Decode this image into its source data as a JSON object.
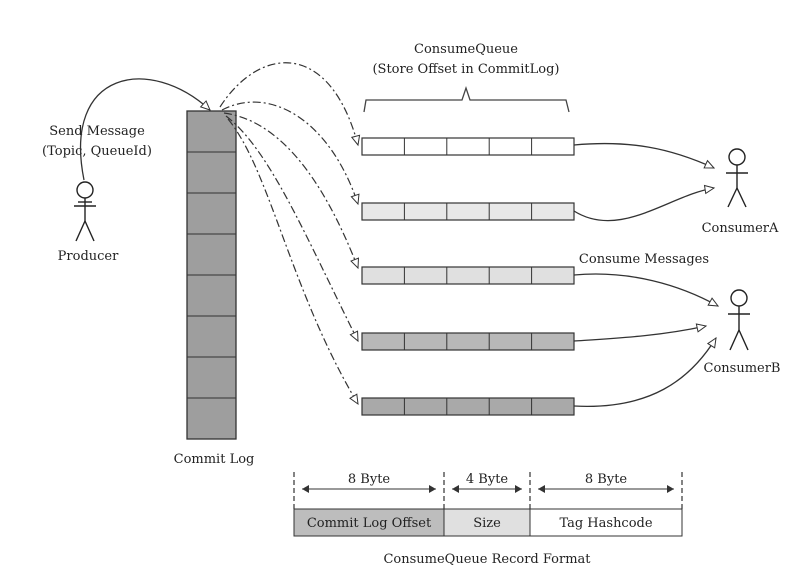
{
  "labels": {
    "send_message_line1": "Send Message",
    "send_message_line2": "(Topic, QueueId)",
    "producer": "Producer",
    "commit_log": "Commit Log",
    "consume_queue_title": "ConsumeQueue",
    "consume_queue_subtitle": "(Store Offset in CommitLog)",
    "consumer_a": "ConsumerA",
    "consumer_b": "ConsumerB",
    "consume_messages": "Consume Messages",
    "record_format_caption": "ConsumeQueue Record Format"
  },
  "record_format": [
    {
      "size": "8 Byte",
      "field": "Commit Log Offset",
      "color": "#bdbdbd"
    },
    {
      "size": "4 Byte",
      "field": "Size",
      "color": "#e0e0e0"
    },
    {
      "size": "8 Byte",
      "field": "Tag Hashcode",
      "color": "#ffffff"
    }
  ],
  "queues": [
    {
      "fill": "#ffffff"
    },
    {
      "fill": "#e8e8e8"
    },
    {
      "fill": "#e0e0e0"
    },
    {
      "fill": "#b8b8b8"
    },
    {
      "fill": "#a9a9a9"
    }
  ],
  "colors": {
    "commit_log_fill": "#9e9e9e",
    "line": "#333333"
  }
}
